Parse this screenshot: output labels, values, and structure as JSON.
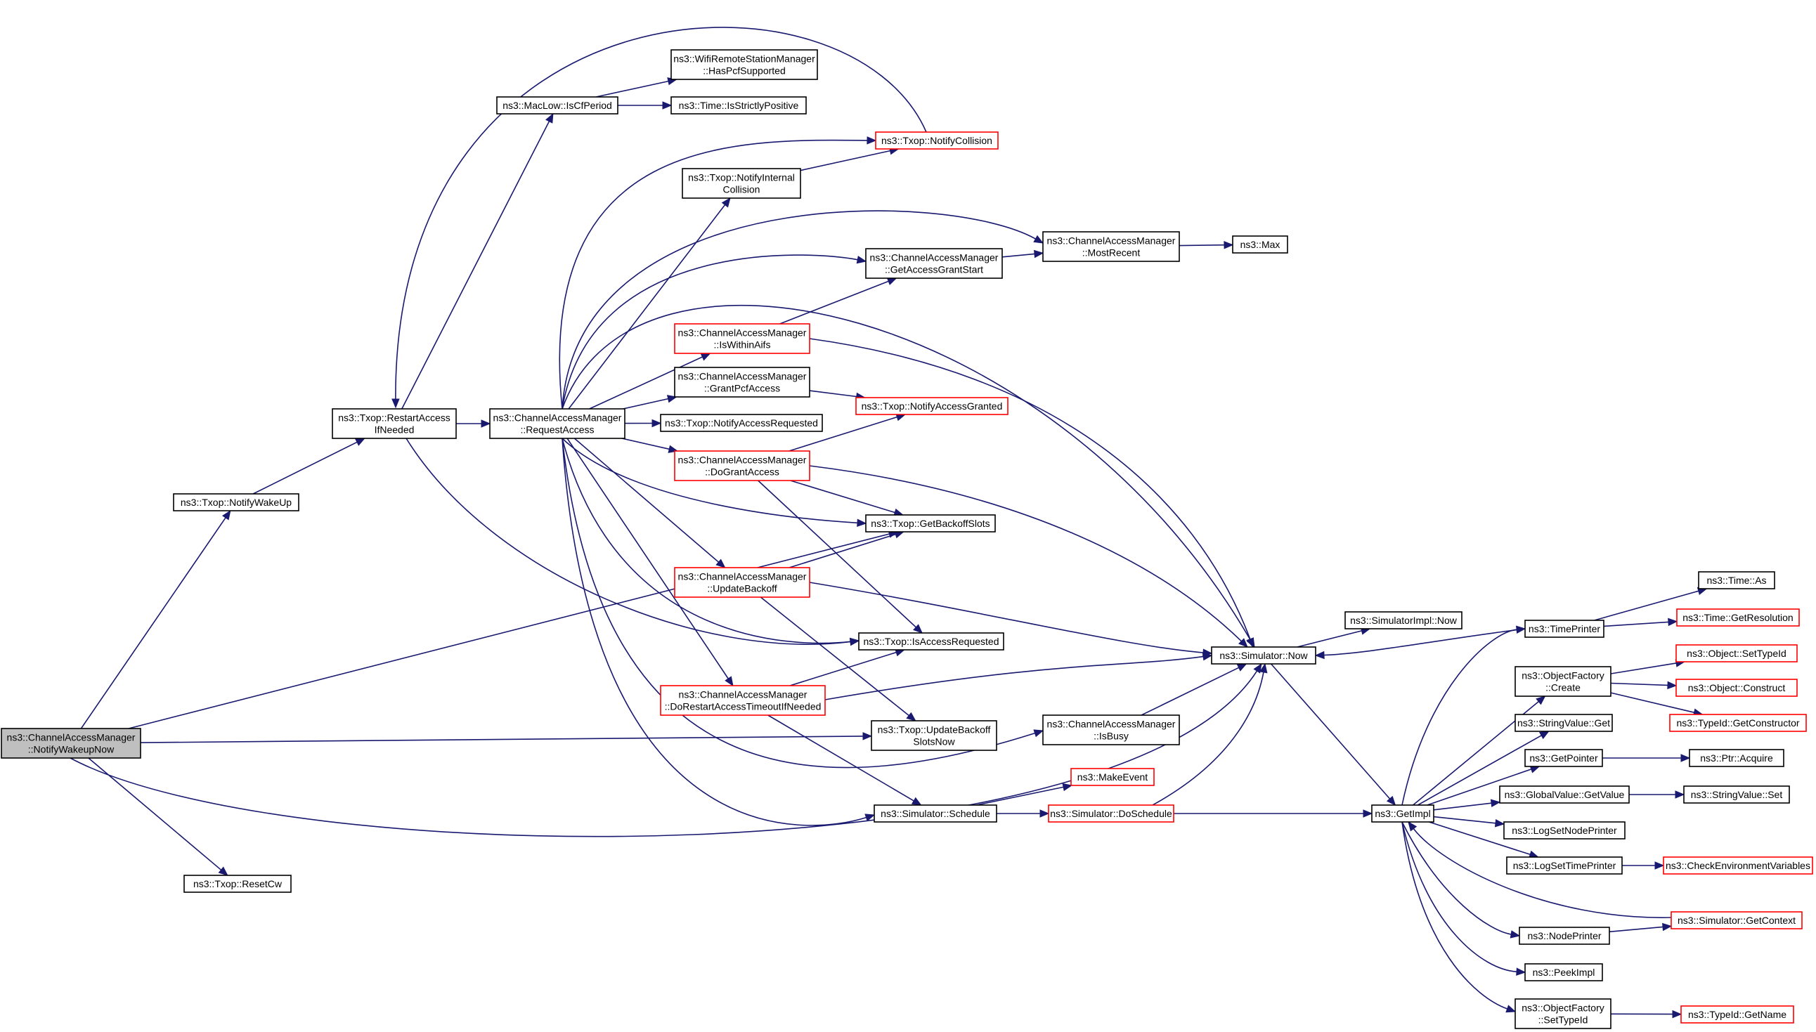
{
  "diagram_title": "",
  "nodes": [
    {
      "id": "root",
      "style": "root",
      "lines": [
        "ns3::ChannelAccessManager",
        "::NotifyWakeupNow"
      ]
    },
    {
      "id": "n_notifywakeup",
      "style": "black",
      "lines": [
        "ns3::Txop::NotifyWakeUp"
      ]
    },
    {
      "id": "n_resetcw",
      "style": "black",
      "lines": [
        "ns3::Txop::ResetCw"
      ]
    },
    {
      "id": "n_restart",
      "style": "black",
      "lines": [
        "ns3::Txop::RestartAccess",
        "IfNeeded"
      ]
    },
    {
      "id": "n_maclow",
      "style": "black",
      "lines": [
        "ns3::MacLow::IsCfPeriod"
      ]
    },
    {
      "id": "n_haspcf",
      "style": "black",
      "lines": [
        "ns3::WifiRemoteStationManager",
        "::HasPcfSupported"
      ]
    },
    {
      "id": "n_strictpos",
      "style": "black",
      "lines": [
        "ns3::Time::IsStrictlyPositive"
      ]
    },
    {
      "id": "n_collision",
      "style": "red",
      "lines": [
        "ns3::Txop::NotifyCollision"
      ]
    },
    {
      "id": "n_intcoll",
      "style": "black",
      "lines": [
        "ns3::Txop::NotifyInternal",
        "Collision"
      ]
    },
    {
      "id": "n_reqaccess",
      "style": "black",
      "lines": [
        "ns3::ChannelAccessManager",
        "::RequestAccess"
      ]
    },
    {
      "id": "n_mostrecent",
      "style": "black",
      "lines": [
        "ns3::ChannelAccessManager",
        "::MostRecent"
      ]
    },
    {
      "id": "n_max",
      "style": "black",
      "lines": [
        "ns3::Max"
      ]
    },
    {
      "id": "n_getgrant",
      "style": "black",
      "lines": [
        "ns3::ChannelAccessManager",
        "::GetAccessGrantStart"
      ]
    },
    {
      "id": "n_withinaifs",
      "style": "red",
      "lines": [
        "ns3::ChannelAccessManager",
        "::IsWithinAifs"
      ]
    },
    {
      "id": "n_grantpcf",
      "style": "black",
      "lines": [
        "ns3::ChannelAccessManager",
        "::GrantPcfAccess"
      ]
    },
    {
      "id": "n_accessgranted",
      "style": "red",
      "lines": [
        "ns3::Txop::NotifyAccessGranted"
      ]
    },
    {
      "id": "n_accessreq",
      "style": "black",
      "lines": [
        "ns3::Txop::NotifyAccessRequested"
      ]
    },
    {
      "id": "n_dogrant",
      "style": "red",
      "lines": [
        "ns3::ChannelAccessManager",
        "::DoGrantAccess"
      ]
    },
    {
      "id": "n_backoffslots",
      "style": "black",
      "lines": [
        "ns3::Txop::GetBackoffSlots"
      ]
    },
    {
      "id": "n_updbackoff",
      "style": "red",
      "lines": [
        "ns3::ChannelAccessManager",
        "::UpdateBackoff"
      ]
    },
    {
      "id": "n_isaccessreq",
      "style": "black",
      "lines": [
        "ns3::Txop::IsAccessRequested"
      ]
    },
    {
      "id": "n_dorestart",
      "style": "red",
      "lines": [
        "ns3::ChannelAccessManager",
        "::DoRestartAccessTimeoutIfNeeded"
      ]
    },
    {
      "id": "n_updslots",
      "style": "black",
      "lines": [
        "ns3::Txop::UpdateBackoff",
        "SlotsNow"
      ]
    },
    {
      "id": "n_isbusy",
      "style": "black",
      "lines": [
        "ns3::ChannelAccessManager",
        "::IsBusy"
      ]
    },
    {
      "id": "n_makeevent",
      "style": "red",
      "lines": [
        "ns3::MakeEvent"
      ]
    },
    {
      "id": "n_schedule",
      "style": "black",
      "lines": [
        "ns3::Simulator::Schedule"
      ]
    },
    {
      "id": "n_doschedule",
      "style": "red",
      "lines": [
        "ns3::Simulator::DoSchedule"
      ]
    },
    {
      "id": "n_now",
      "style": "black",
      "lines": [
        "ns3::Simulator::Now"
      ]
    },
    {
      "id": "n_implnow",
      "style": "black",
      "lines": [
        "ns3::SimulatorImpl::Now"
      ]
    },
    {
      "id": "n_getimpl",
      "style": "black",
      "lines": [
        "ns3::GetImpl"
      ]
    },
    {
      "id": "n_timeprinter",
      "style": "black",
      "lines": [
        "ns3::TimePrinter"
      ]
    },
    {
      "id": "n_timeas",
      "style": "black",
      "lines": [
        "ns3::Time::As"
      ]
    },
    {
      "id": "n_getres",
      "style": "red",
      "lines": [
        "ns3::Time::GetResolution"
      ]
    },
    {
      "id": "n_ofcreate",
      "style": "black",
      "lines": [
        "ns3::ObjectFactory",
        "::Create"
      ]
    },
    {
      "id": "n_settypeid",
      "style": "red",
      "lines": [
        "ns3::Object::SetTypeId"
      ]
    },
    {
      "id": "n_construct",
      "style": "red",
      "lines": [
        "ns3::Object::Construct"
      ]
    },
    {
      "id": "n_getctor",
      "style": "red",
      "lines": [
        "ns3::TypeId::GetConstructor"
      ]
    },
    {
      "id": "n_strget",
      "style": "black",
      "lines": [
        "ns3::StringValue::Get"
      ]
    },
    {
      "id": "n_getpointer",
      "style": "black",
      "lines": [
        "ns3::GetPointer"
      ]
    },
    {
      "id": "n_acquire",
      "style": "black",
      "lines": [
        "ns3::Ptr::Acquire"
      ]
    },
    {
      "id": "n_gvget",
      "style": "black",
      "lines": [
        "ns3::GlobalValue::GetValue"
      ]
    },
    {
      "id": "n_strset",
      "style": "black",
      "lines": [
        "ns3::StringValue::Set"
      ]
    },
    {
      "id": "n_lognode",
      "style": "black",
      "lines": [
        "ns3::LogSetNodePrinter"
      ]
    },
    {
      "id": "n_logtime",
      "style": "black",
      "lines": [
        "ns3::LogSetTimePrinter"
      ]
    },
    {
      "id": "n_checkenv",
      "style": "red",
      "lines": [
        "ns3::CheckEnvironmentVariables"
      ]
    },
    {
      "id": "n_getcontext",
      "style": "red",
      "lines": [
        "ns3::Simulator::GetContext"
      ]
    },
    {
      "id": "n_nodeprinter",
      "style": "black",
      "lines": [
        "ns3::NodePrinter"
      ]
    },
    {
      "id": "n_peekimpl",
      "style": "black",
      "lines": [
        "ns3::PeekImpl"
      ]
    },
    {
      "id": "n_ofsettypeid",
      "style": "black",
      "lines": [
        "ns3::ObjectFactory",
        "::SetTypeId"
      ]
    },
    {
      "id": "n_getname",
      "style": "red",
      "lines": [
        "ns3::TypeId::GetName"
      ]
    }
  ],
  "edges": [
    [
      "root",
      "n_notifywakeup"
    ],
    [
      "root",
      "n_resetcw"
    ],
    [
      "root",
      "n_backoffslots"
    ],
    [
      "root",
      "n_updslots"
    ],
    [
      "root",
      "n_now"
    ],
    [
      "n_notifywakeup",
      "n_restart"
    ],
    [
      "n_restart",
      "n_maclow"
    ],
    [
      "n_restart",
      "n_reqaccess"
    ],
    [
      "n_restart",
      "n_isaccessreq"
    ],
    [
      "n_maclow",
      "n_haspcf"
    ],
    [
      "n_maclow",
      "n_strictpos"
    ],
    [
      "n_collision",
      "n_restart"
    ],
    [
      "n_intcoll",
      "n_collision"
    ],
    [
      "n_reqaccess",
      "n_collision"
    ],
    [
      "n_reqaccess",
      "n_intcoll"
    ],
    [
      "n_reqaccess",
      "n_mostrecent"
    ],
    [
      "n_reqaccess",
      "n_getgrant"
    ],
    [
      "n_reqaccess",
      "n_withinaifs"
    ],
    [
      "n_reqaccess",
      "n_grantpcf"
    ],
    [
      "n_reqaccess",
      "n_accessreq"
    ],
    [
      "n_reqaccess",
      "n_dogrant"
    ],
    [
      "n_reqaccess",
      "n_backoffslots"
    ],
    [
      "n_reqaccess",
      "n_updbackoff"
    ],
    [
      "n_reqaccess",
      "n_isaccessreq"
    ],
    [
      "n_reqaccess",
      "n_dorestart"
    ],
    [
      "n_reqaccess",
      "n_isbusy"
    ],
    [
      "n_reqaccess",
      "n_schedule"
    ],
    [
      "n_reqaccess",
      "n_now"
    ],
    [
      "n_getgrant",
      "n_mostrecent"
    ],
    [
      "n_mostrecent",
      "n_max"
    ],
    [
      "n_withinaifs",
      "n_getgrant"
    ],
    [
      "n_withinaifs",
      "n_now"
    ],
    [
      "n_grantpcf",
      "n_accessgranted"
    ],
    [
      "n_dogrant",
      "n_accessgranted"
    ],
    [
      "n_dogrant",
      "n_backoffslots"
    ],
    [
      "n_dogrant",
      "n_isaccessreq"
    ],
    [
      "n_dogrant",
      "n_now"
    ],
    [
      "n_updbackoff",
      "n_backoffslots"
    ],
    [
      "n_updbackoff",
      "n_updslots"
    ],
    [
      "n_updbackoff",
      "n_now"
    ],
    [
      "n_dorestart",
      "n_isaccessreq"
    ],
    [
      "n_dorestart",
      "n_schedule"
    ],
    [
      "n_dorestart",
      "n_now"
    ],
    [
      "n_isbusy",
      "n_now"
    ],
    [
      "n_schedule",
      "n_makeevent"
    ],
    [
      "n_schedule",
      "n_doschedule"
    ],
    [
      "n_doschedule",
      "n_now"
    ],
    [
      "n_doschedule",
      "n_getimpl"
    ],
    [
      "n_now",
      "n_implnow"
    ],
    [
      "n_now",
      "n_getimpl"
    ],
    [
      "n_timeprinter",
      "n_now"
    ],
    [
      "n_timeprinter",
      "n_timeas"
    ],
    [
      "n_timeprinter",
      "n_getres"
    ],
    [
      "n_getimpl",
      "n_timeprinter"
    ],
    [
      "n_getimpl",
      "n_ofcreate"
    ],
    [
      "n_getimpl",
      "n_strget"
    ],
    [
      "n_getimpl",
      "n_getpointer"
    ],
    [
      "n_getimpl",
      "n_gvget"
    ],
    [
      "n_getimpl",
      "n_lognode"
    ],
    [
      "n_getimpl",
      "n_logtime"
    ],
    [
      "n_getimpl",
      "n_nodeprinter"
    ],
    [
      "n_getimpl",
      "n_peekimpl"
    ],
    [
      "n_getimpl",
      "n_ofsettypeid"
    ],
    [
      "n_ofcreate",
      "n_settypeid"
    ],
    [
      "n_ofcreate",
      "n_construct"
    ],
    [
      "n_ofcreate",
      "n_getctor"
    ],
    [
      "n_getpointer",
      "n_acquire"
    ],
    [
      "n_gvget",
      "n_strset"
    ],
    [
      "n_logtime",
      "n_checkenv"
    ],
    [
      "n_getcontext",
      "n_getimpl"
    ],
    [
      "n_nodeprinter",
      "n_getcontext"
    ],
    [
      "n_ofsettypeid",
      "n_getname"
    ]
  ]
}
